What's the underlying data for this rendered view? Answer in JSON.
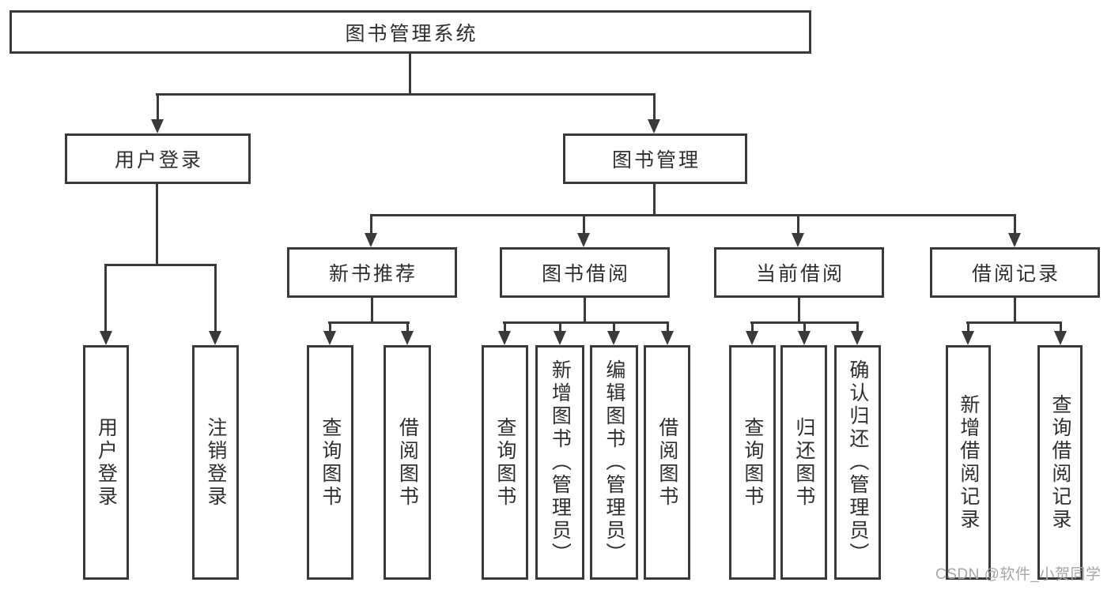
{
  "diagram": {
    "root": {
      "label": "图书管理系统",
      "children": [
        {
          "label": "用户登录",
          "children": [
            {
              "label": "用户登录"
            },
            {
              "label": "注销登录"
            }
          ]
        },
        {
          "label": "图书管理",
          "children": [
            {
              "label": "新书推荐",
              "children": [
                {
                  "label": "查询图书"
                },
                {
                  "label": "借阅图书"
                }
              ]
            },
            {
              "label": "图书借阅",
              "children": [
                {
                  "label": "查询图书"
                },
                {
                  "label": "新增图书（管理员）"
                },
                {
                  "label": "编辑图书（管理员）"
                },
                {
                  "label": "借阅图书"
                }
              ]
            },
            {
              "label": "当前借阅",
              "children": [
                {
                  "label": "查询图书"
                },
                {
                  "label": "归还图书"
                },
                {
                  "label": "确认归还（管理员）"
                }
              ]
            },
            {
              "label": "借阅记录",
              "children": [
                {
                  "label": "新增借阅记录"
                },
                {
                  "label": "查询借阅记录"
                }
              ]
            }
          ]
        }
      ]
    }
  },
  "watermark": {
    "text": "CSDN @软件_小贺同学"
  },
  "colors": {
    "line": "#3a3a3a",
    "text": "#2f2f2f",
    "watermark": "#a6a6a6",
    "background": "#ffffff"
  }
}
